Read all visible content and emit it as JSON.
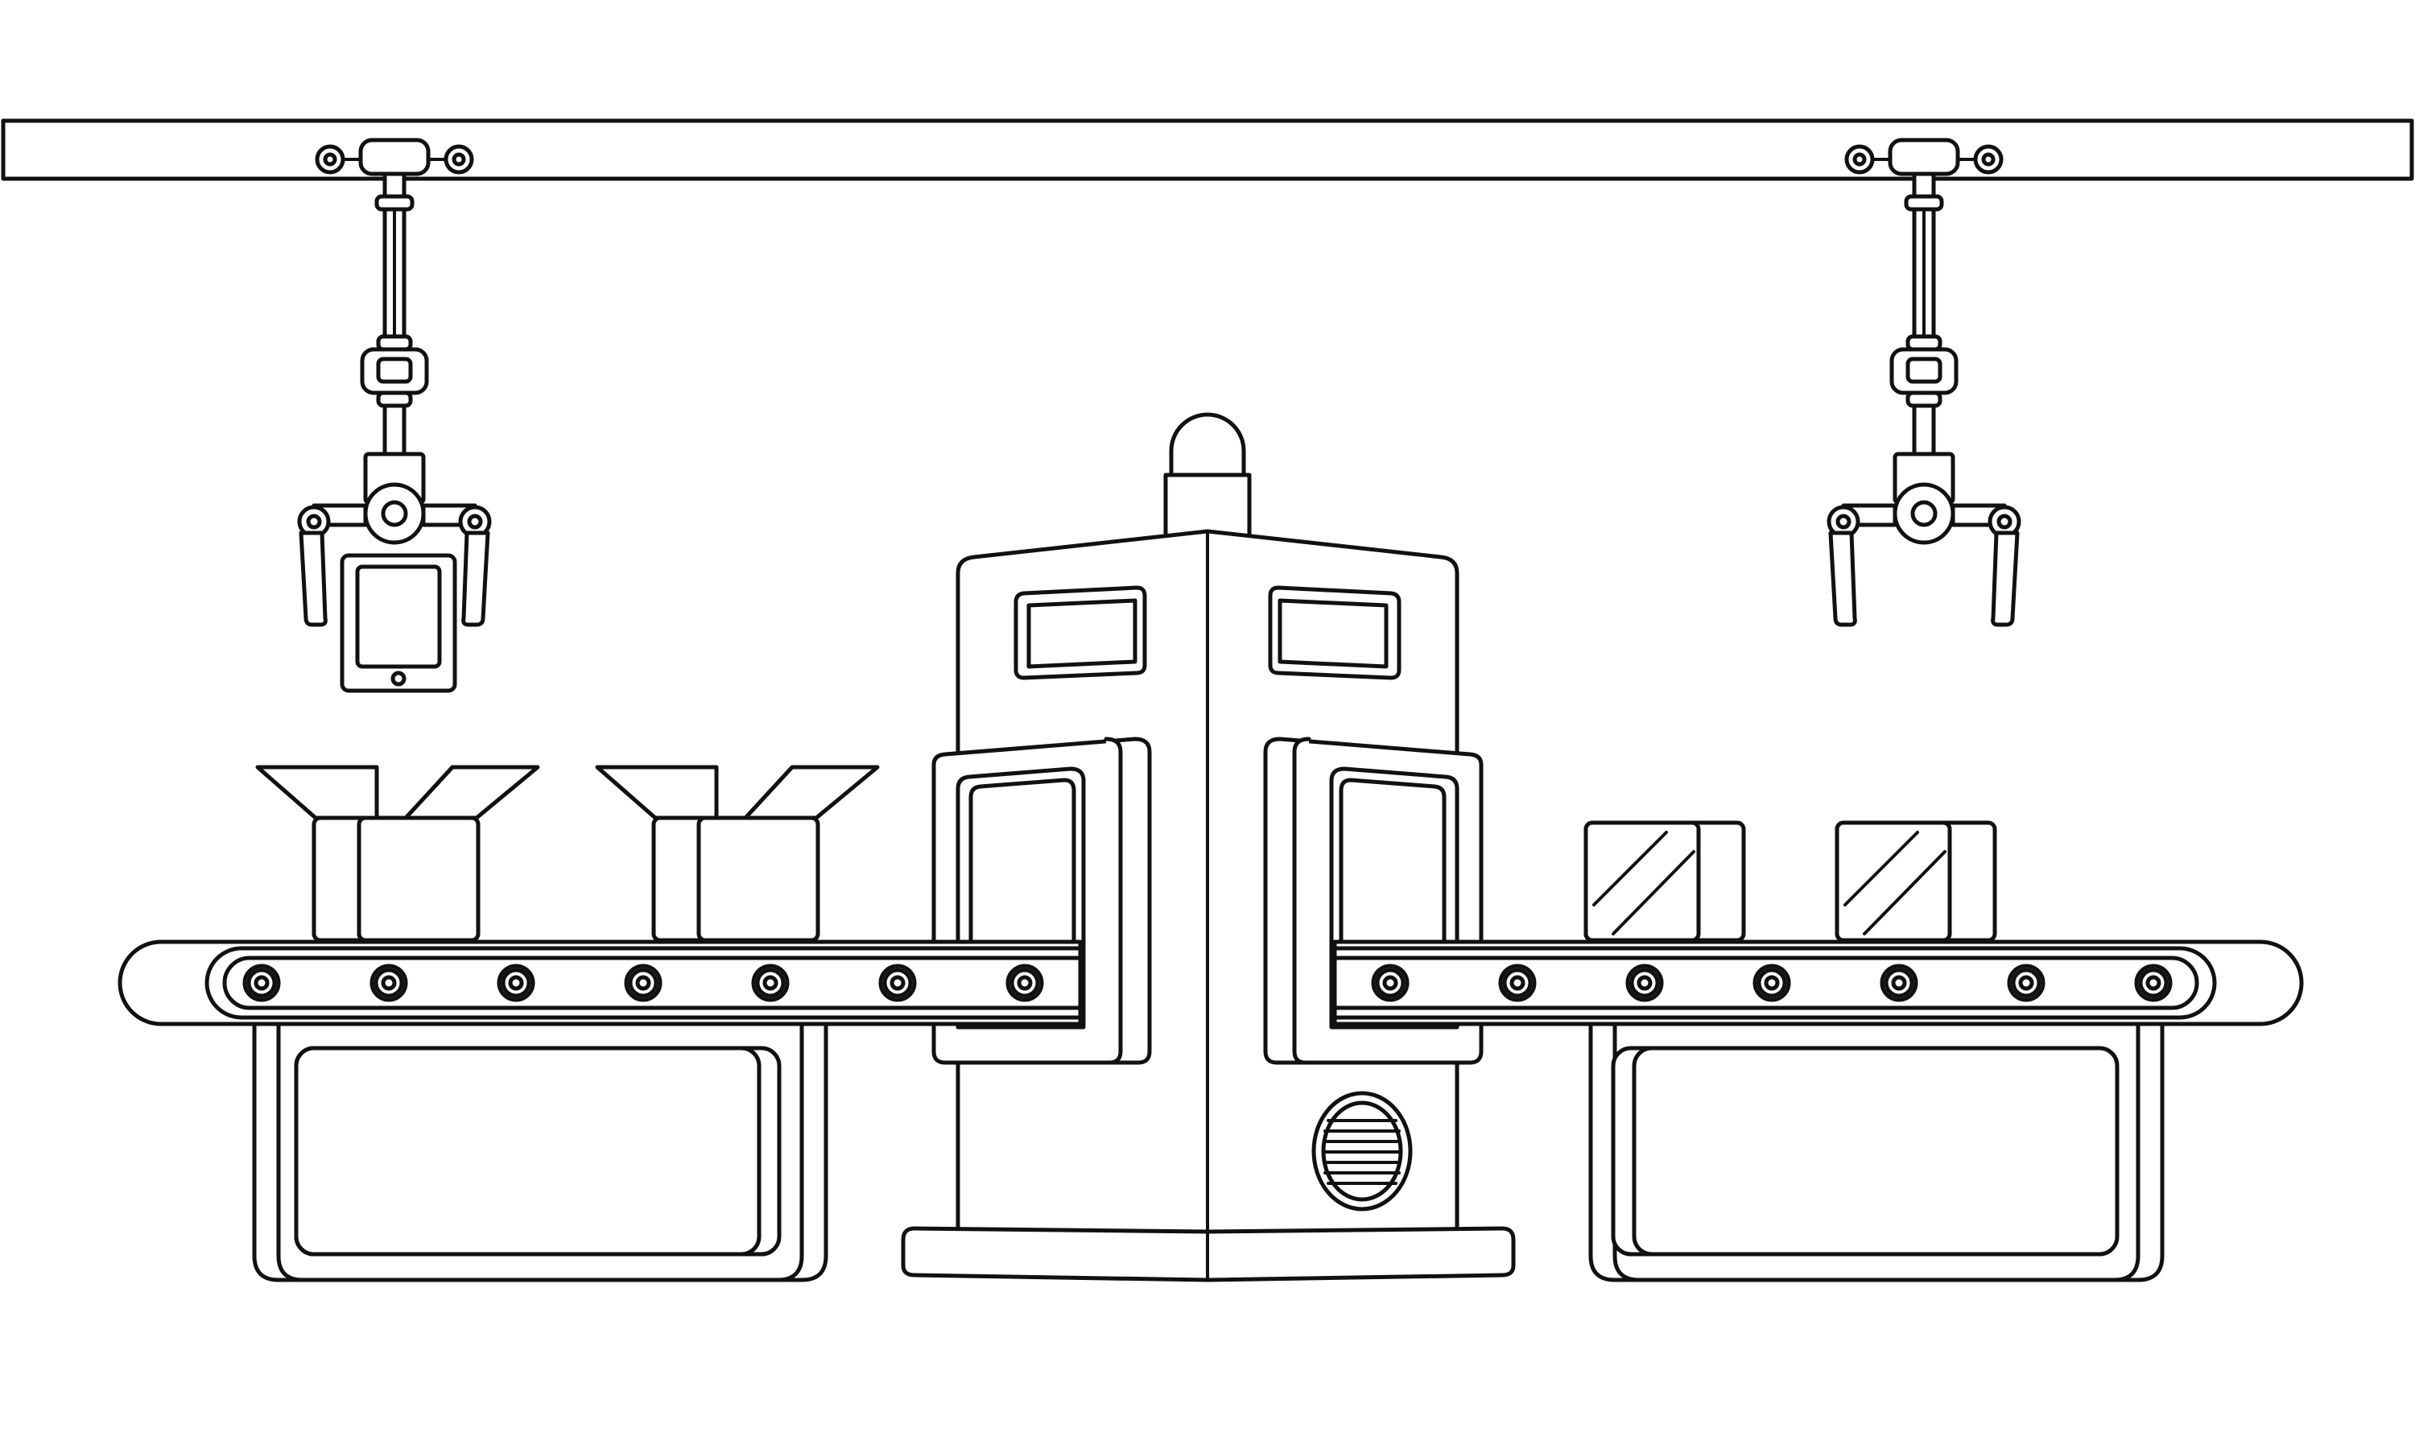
{
  "scene": {
    "description_visible_text": "",
    "colors": {
      "line": "#111111",
      "fill": "#ffffff",
      "background": "#ffffff"
    },
    "icons": {
      "ceiling_rail": "ceiling-rail-icon",
      "robot_arm": "robot-claw-arm-icon",
      "tablet": "tablet-device-icon",
      "open_box": "open-cardboard-box-icon",
      "sealed_box": "sealed-package-icon",
      "conveyor": "conveyor-belt-icon",
      "machine": "packaging-machine-icon",
      "warning_light": "beacon-light-icon",
      "vent": "vent-grille-icon"
    },
    "counts": {
      "robot_arms": 2,
      "open_boxes": 2,
      "sealed_boxes": 2
    }
  }
}
